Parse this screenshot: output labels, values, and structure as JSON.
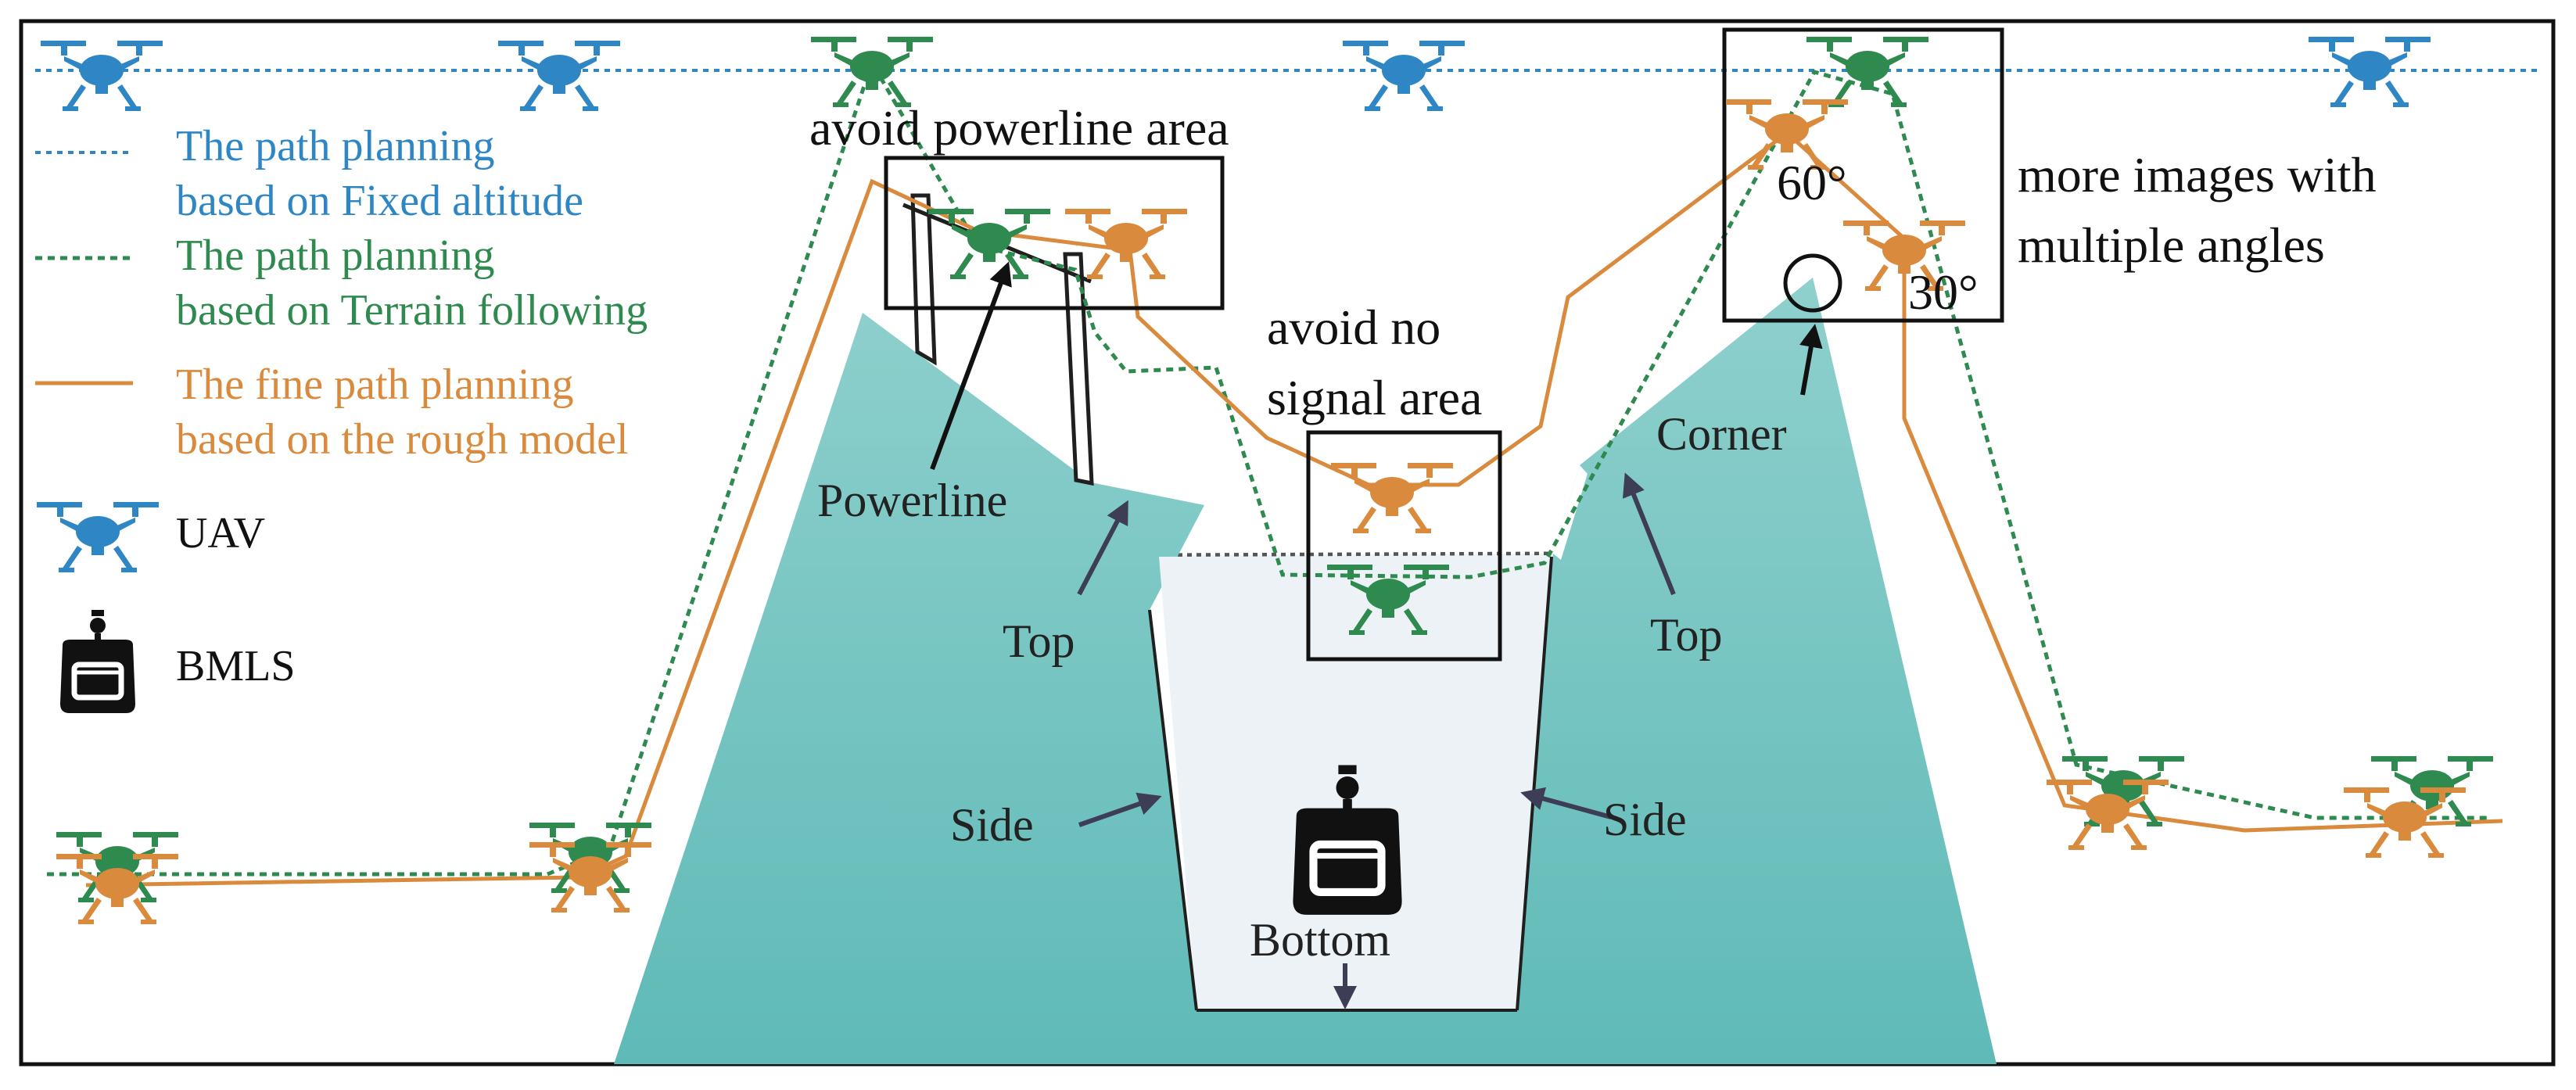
{
  "legend": {
    "fixed_altitude": {
      "line1": "The path planning",
      "line2": "based on Fixed altitude",
      "color": "#2f86c5"
    },
    "terrain_following": {
      "line1": "The path planning",
      "line2": "based on Terrain following",
      "color": "#2e8a4f"
    },
    "fine_path": {
      "line1": "The fine path planning",
      "line2": "based on the rough model",
      "color": "#d98a3c"
    },
    "uav_label": "UAV",
    "bmls_label": "BMLS"
  },
  "annotations": {
    "avoid_powerline": "avoid powerline area",
    "avoid_no_signal_line1": "avoid no",
    "avoid_no_signal_line2": "signal area",
    "more_images_line1": "more images with",
    "more_images_line2": "multiple angles",
    "angle_60": "60°",
    "angle_30": "30°",
    "powerline": "Powerline",
    "corner": "Corner",
    "top_left": "Top",
    "top_right": "Top",
    "side_left": "Side",
    "side_right": "Side",
    "bottom": "Bottom"
  },
  "colors": {
    "terrain": "#76c6c4",
    "pit": "#edf2f7",
    "fixed_uav": "#2f86c5",
    "terrain_uav": "#2e8a4f",
    "fine_uav": "#d98a3c",
    "arrow": "#3d3d55"
  }
}
